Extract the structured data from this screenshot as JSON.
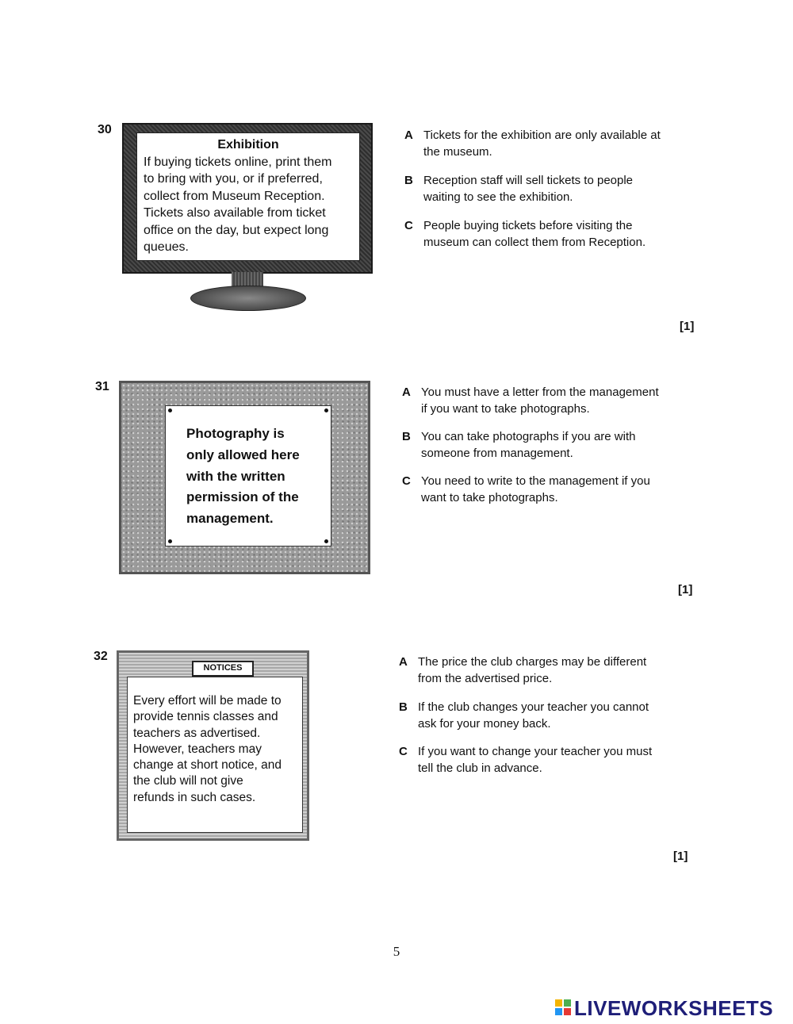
{
  "questions": [
    {
      "number": "30",
      "notice": {
        "title": "Exhibition",
        "lines": [
          "If buying tickets online, print them",
          "to bring with you, or if preferred,",
          "collect from Museum Reception.",
          "Tickets also available from ticket",
          "office on the day, but expect long",
          "queues."
        ]
      },
      "options": [
        {
          "letter": "A",
          "lines": [
            "Tickets for the exhibition are only available at",
            "the museum."
          ]
        },
        {
          "letter": "B",
          "lines": [
            "Reception staff will sell tickets to people",
            "waiting to see the exhibition."
          ]
        },
        {
          "letter": "C",
          "lines": [
            "People buying tickets before visiting the",
            "museum can collect them from Reception."
          ]
        }
      ],
      "mark": "[1]"
    },
    {
      "number": "31",
      "notice": {
        "lines": [
          "Photography is",
          "only allowed here",
          "with the written",
          "permission of the",
          "management."
        ]
      },
      "options": [
        {
          "letter": "A",
          "lines": [
            "You must have a letter from the management",
            "if you want to take photographs."
          ]
        },
        {
          "letter": "B",
          "lines": [
            "You can take photographs if you are with",
            "someone from management."
          ]
        },
        {
          "letter": "C",
          "lines": [
            "You need to write to the management if you",
            "want to take photographs."
          ]
        }
      ],
      "mark": "[1]"
    },
    {
      "number": "32",
      "notice": {
        "tab": "NOTICES",
        "lines": [
          "Every effort will be made to",
          "provide tennis classes and",
          "teachers as advertised.",
          "However, teachers may",
          "change at short notice, and",
          "the club will not give",
          "refunds in such cases."
        ]
      },
      "options": [
        {
          "letter": "A",
          "lines": [
            "The price the club charges may be different",
            "from the advertised price."
          ]
        },
        {
          "letter": "B",
          "lines": [
            "If the club changes your teacher you cannot",
            "ask for your money back."
          ]
        },
        {
          "letter": "C",
          "lines": [
            "If you want to change your teacher you must",
            "tell the club in advance."
          ]
        }
      ],
      "mark": "[1]"
    }
  ],
  "page_number": "5",
  "watermark": "LIVEWORKSHEETS",
  "colors": {
    "watermark": "#1e1e78",
    "logo": [
      "#f4b400",
      "#4caf50",
      "#2196f3",
      "#e53935"
    ]
  }
}
